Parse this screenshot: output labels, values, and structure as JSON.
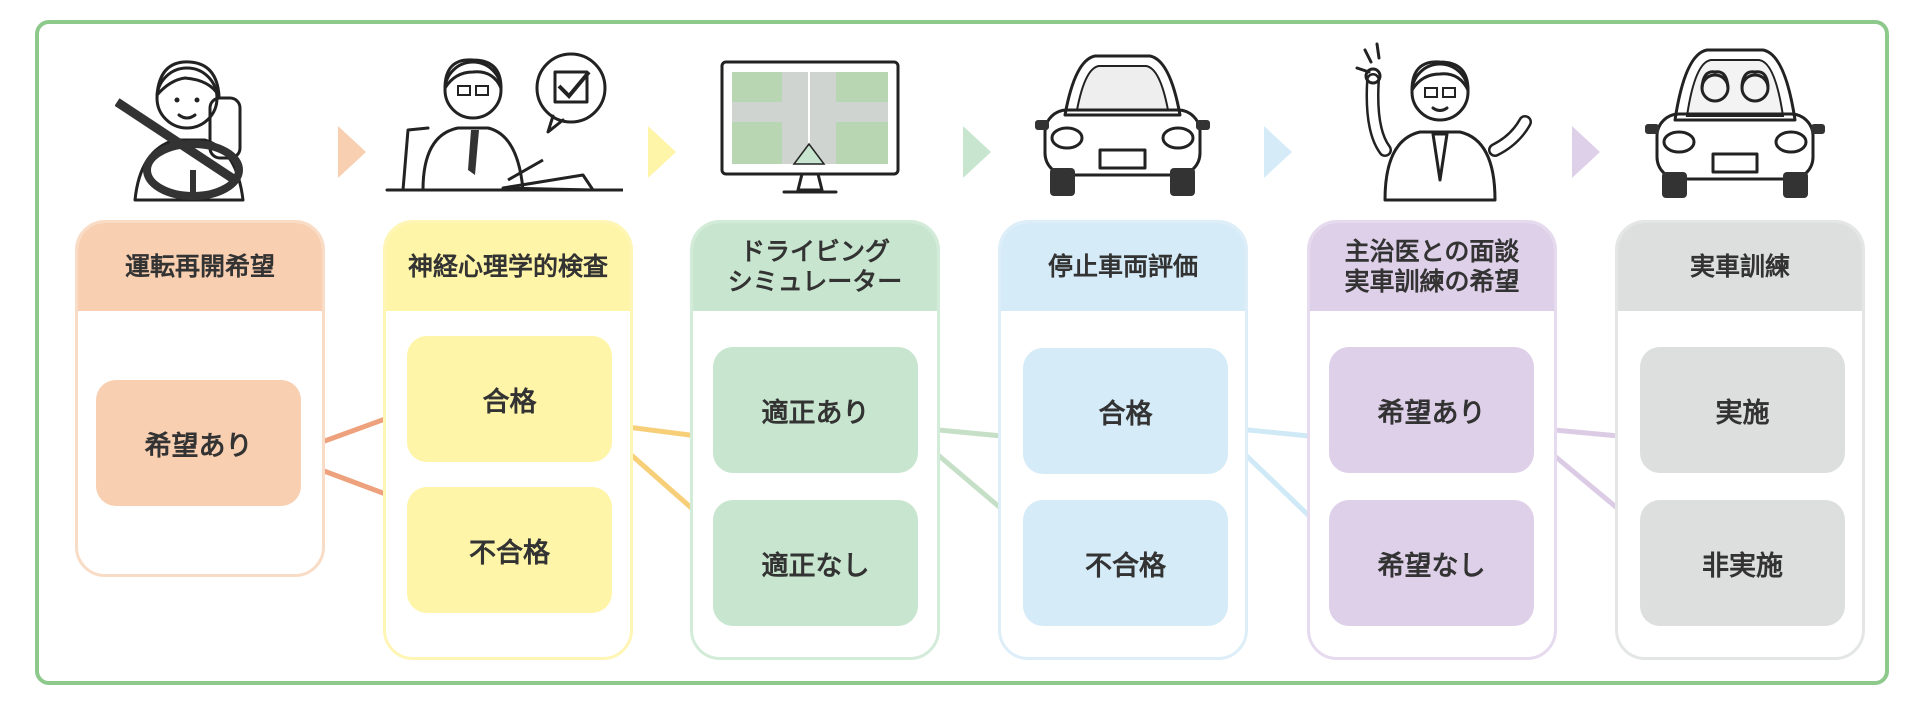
{
  "stages": [
    {
      "title": "運転再開希望",
      "options": [
        "希望あり"
      ],
      "color": "#f8cfb0",
      "border": "#f9dcc6",
      "arrow": "#f8cfb0",
      "link": "#eda27d",
      "illustration": "driver-woman-icon"
    },
    {
      "title": "神経心理学的検査",
      "options": [
        "合格",
        "不合格"
      ],
      "color": "#fff5a8",
      "border": "#fff6b5",
      "arrow": "#fff5a8",
      "link": "#f7cf78",
      "illustration": "examinee-writing-icon"
    },
    {
      "title": "ドライビング\nシミュレーター",
      "options": [
        "適正あり",
        "適正なし"
      ],
      "color": "#c8e6cf",
      "border": "#d3ebd9",
      "arrow": "#c8e6cf",
      "link": "#c6e0c7",
      "illustration": "driving-simulator-monitor-icon"
    },
    {
      "title": "停止車両評価",
      "options": [
        "合格",
        "不合格"
      ],
      "color": "#d6ebf8",
      "border": "#ddeef9",
      "arrow": "#d6ebf8",
      "link": "#d0e9f6",
      "illustration": "parked-car-icon"
    },
    {
      "title": "主治医との面談\n実車訓練の希望",
      "options": [
        "希望あり",
        "希望なし"
      ],
      "color": "#ded0e8",
      "border": "#e5daee",
      "arrow": "#ded0e8",
      "link": "#dccbe5",
      "illustration": "doctor-icon"
    },
    {
      "title": "実車訓練",
      "options": [
        "実施",
        "非実施"
      ],
      "color": "#dddede",
      "border": "#e4e5e5",
      "arrow": null,
      "link": null,
      "illustration": "car-with-passengers-icon"
    }
  ]
}
